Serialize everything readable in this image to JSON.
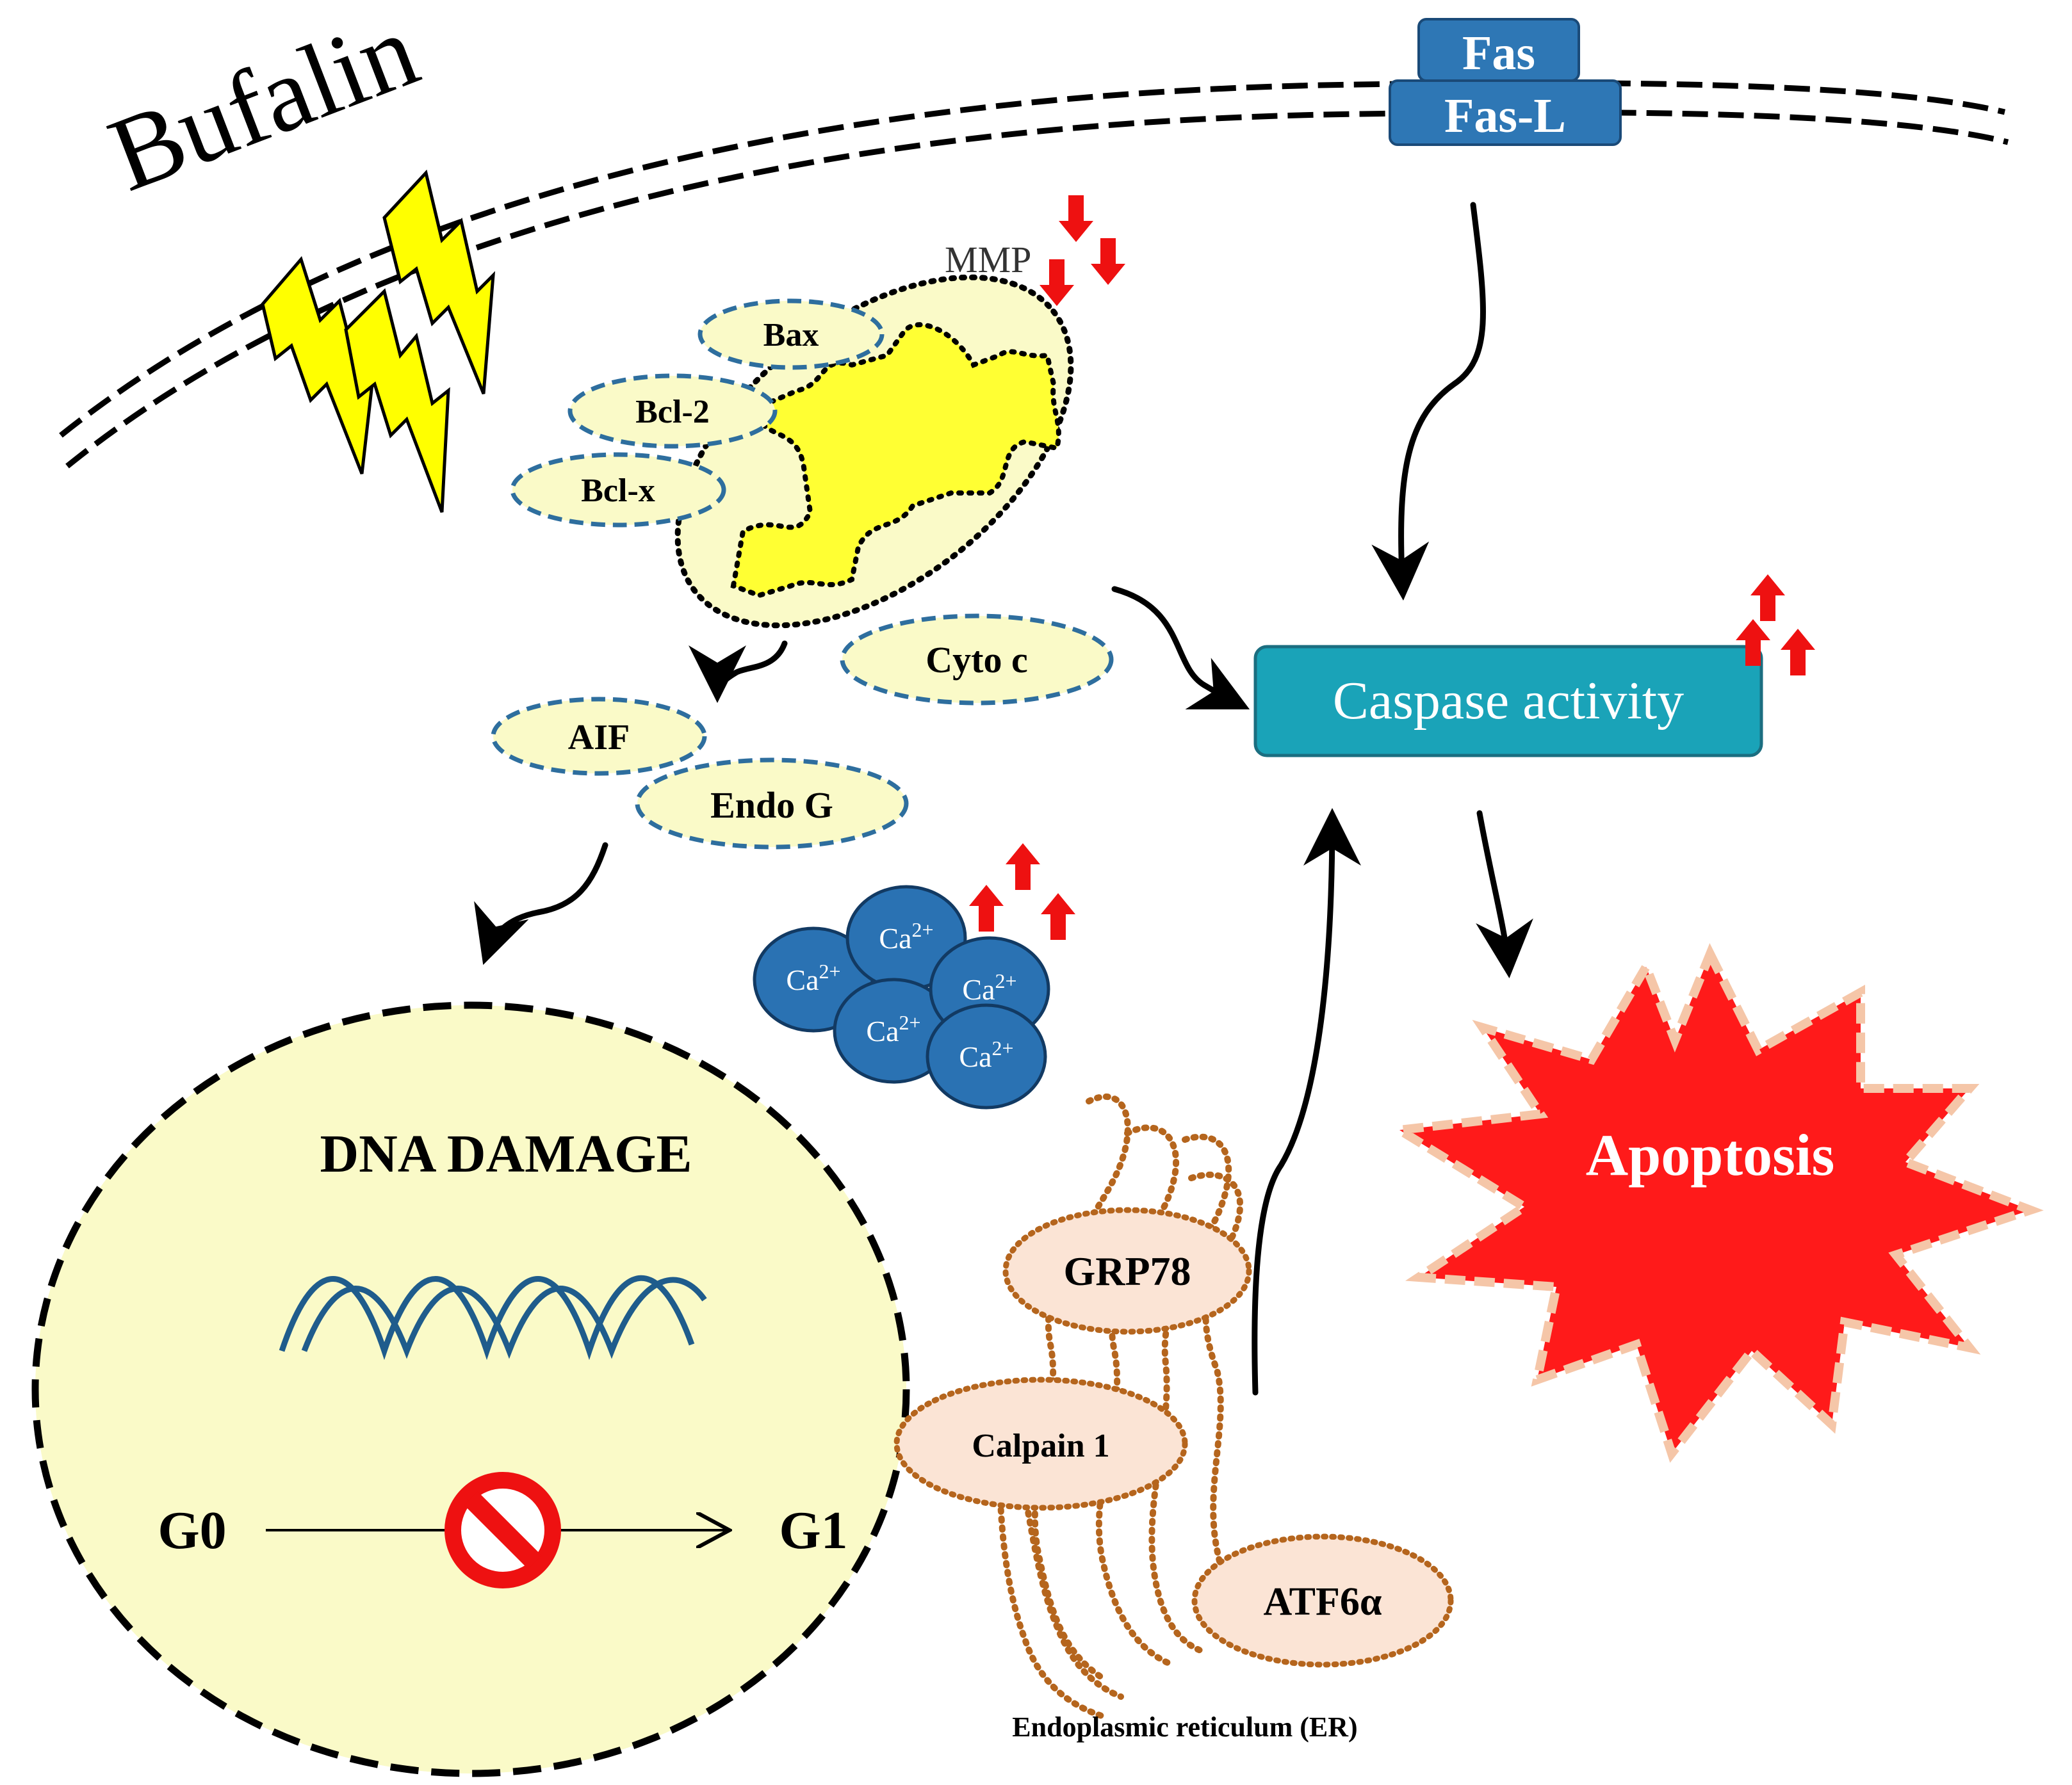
{
  "title": "Bufalin",
  "membrane": {
    "receptor_top": "Fas",
    "receptor_bottom": "Fas-L"
  },
  "mitochondria": {
    "mmp_label": "MMP",
    "proteins": [
      "Bax",
      "Bcl-2",
      "Bcl-x"
    ],
    "released": "Cyto c"
  },
  "nuclear_factors": [
    "AIF",
    "Endo G"
  ],
  "calcium": {
    "ion_label": "Ca",
    "ion_charge": "2+"
  },
  "nucleus": {
    "title": "DNA DAMAGE",
    "phase_start": "G0",
    "phase_end": "G1"
  },
  "er": {
    "proteins": [
      "GRP78",
      "Calpain 1",
      "ATF6α"
    ],
    "caption": "Endoplasmic reticulum (ER)"
  },
  "caspase": {
    "label": "Caspase activity"
  },
  "outcome": {
    "label": "Apoptosis"
  },
  "colors": {
    "pale_yellow": "#fafac8",
    "mito_yellow": "#ffff33",
    "dashed_blue": "#2e6e9e",
    "caspase_teal": "#1aa3b8",
    "fas_blue": "#2e77b5",
    "calcium_blue": "#2a72b3",
    "er_brown": "#b5651d",
    "er_fill": "#fbe4d5",
    "apoptosis_red": "#ff1a1a",
    "arrow_red": "#ee1111",
    "lightning": "#ffff00"
  },
  "icons": {
    "inhibition": "prohibited-icon",
    "dna": "dna-helix-icon",
    "stress": "lightning-icon"
  }
}
